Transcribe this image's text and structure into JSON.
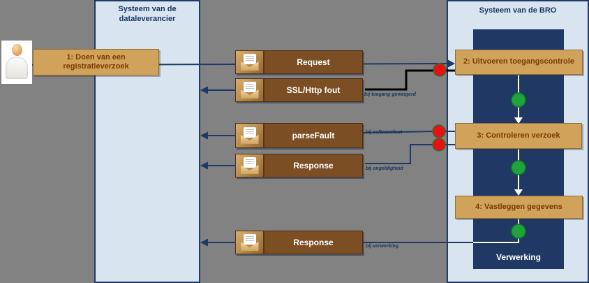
{
  "lanes": {
    "supplier": {
      "title": "Systeem van de dataleverancier"
    },
    "bro": {
      "title": "Systeem van de BRO",
      "process_label": "Verwerking"
    }
  },
  "steps": [
    {
      "label": "1: Doen van een registratieverzoek"
    },
    {
      "label": "2: Uitvoeren toegangscontrole"
    },
    {
      "label": "3: Controleren verzoek"
    },
    {
      "label": "4: Vastleggen gegevens"
    }
  ],
  "messages": [
    {
      "label": "Request",
      "condition": ""
    },
    {
      "label": "SSL/Http fout",
      "condition": "bij toegang geweigerd"
    },
    {
      "label": "parseFault",
      "condition": "bij softwarefout"
    },
    {
      "label": "Response",
      "condition": "bij ongeldigheid"
    },
    {
      "label": "Response",
      "condition": "bij verwerking"
    }
  ],
  "colors": {
    "background": "#828282",
    "panel_blue": "#d9e4f1",
    "navy": "#1f3864",
    "step_tan": "#d1a35a",
    "message_brown": "#7b4e24",
    "error_red": "#e81111",
    "ok_green": "#1fa33c"
  }
}
